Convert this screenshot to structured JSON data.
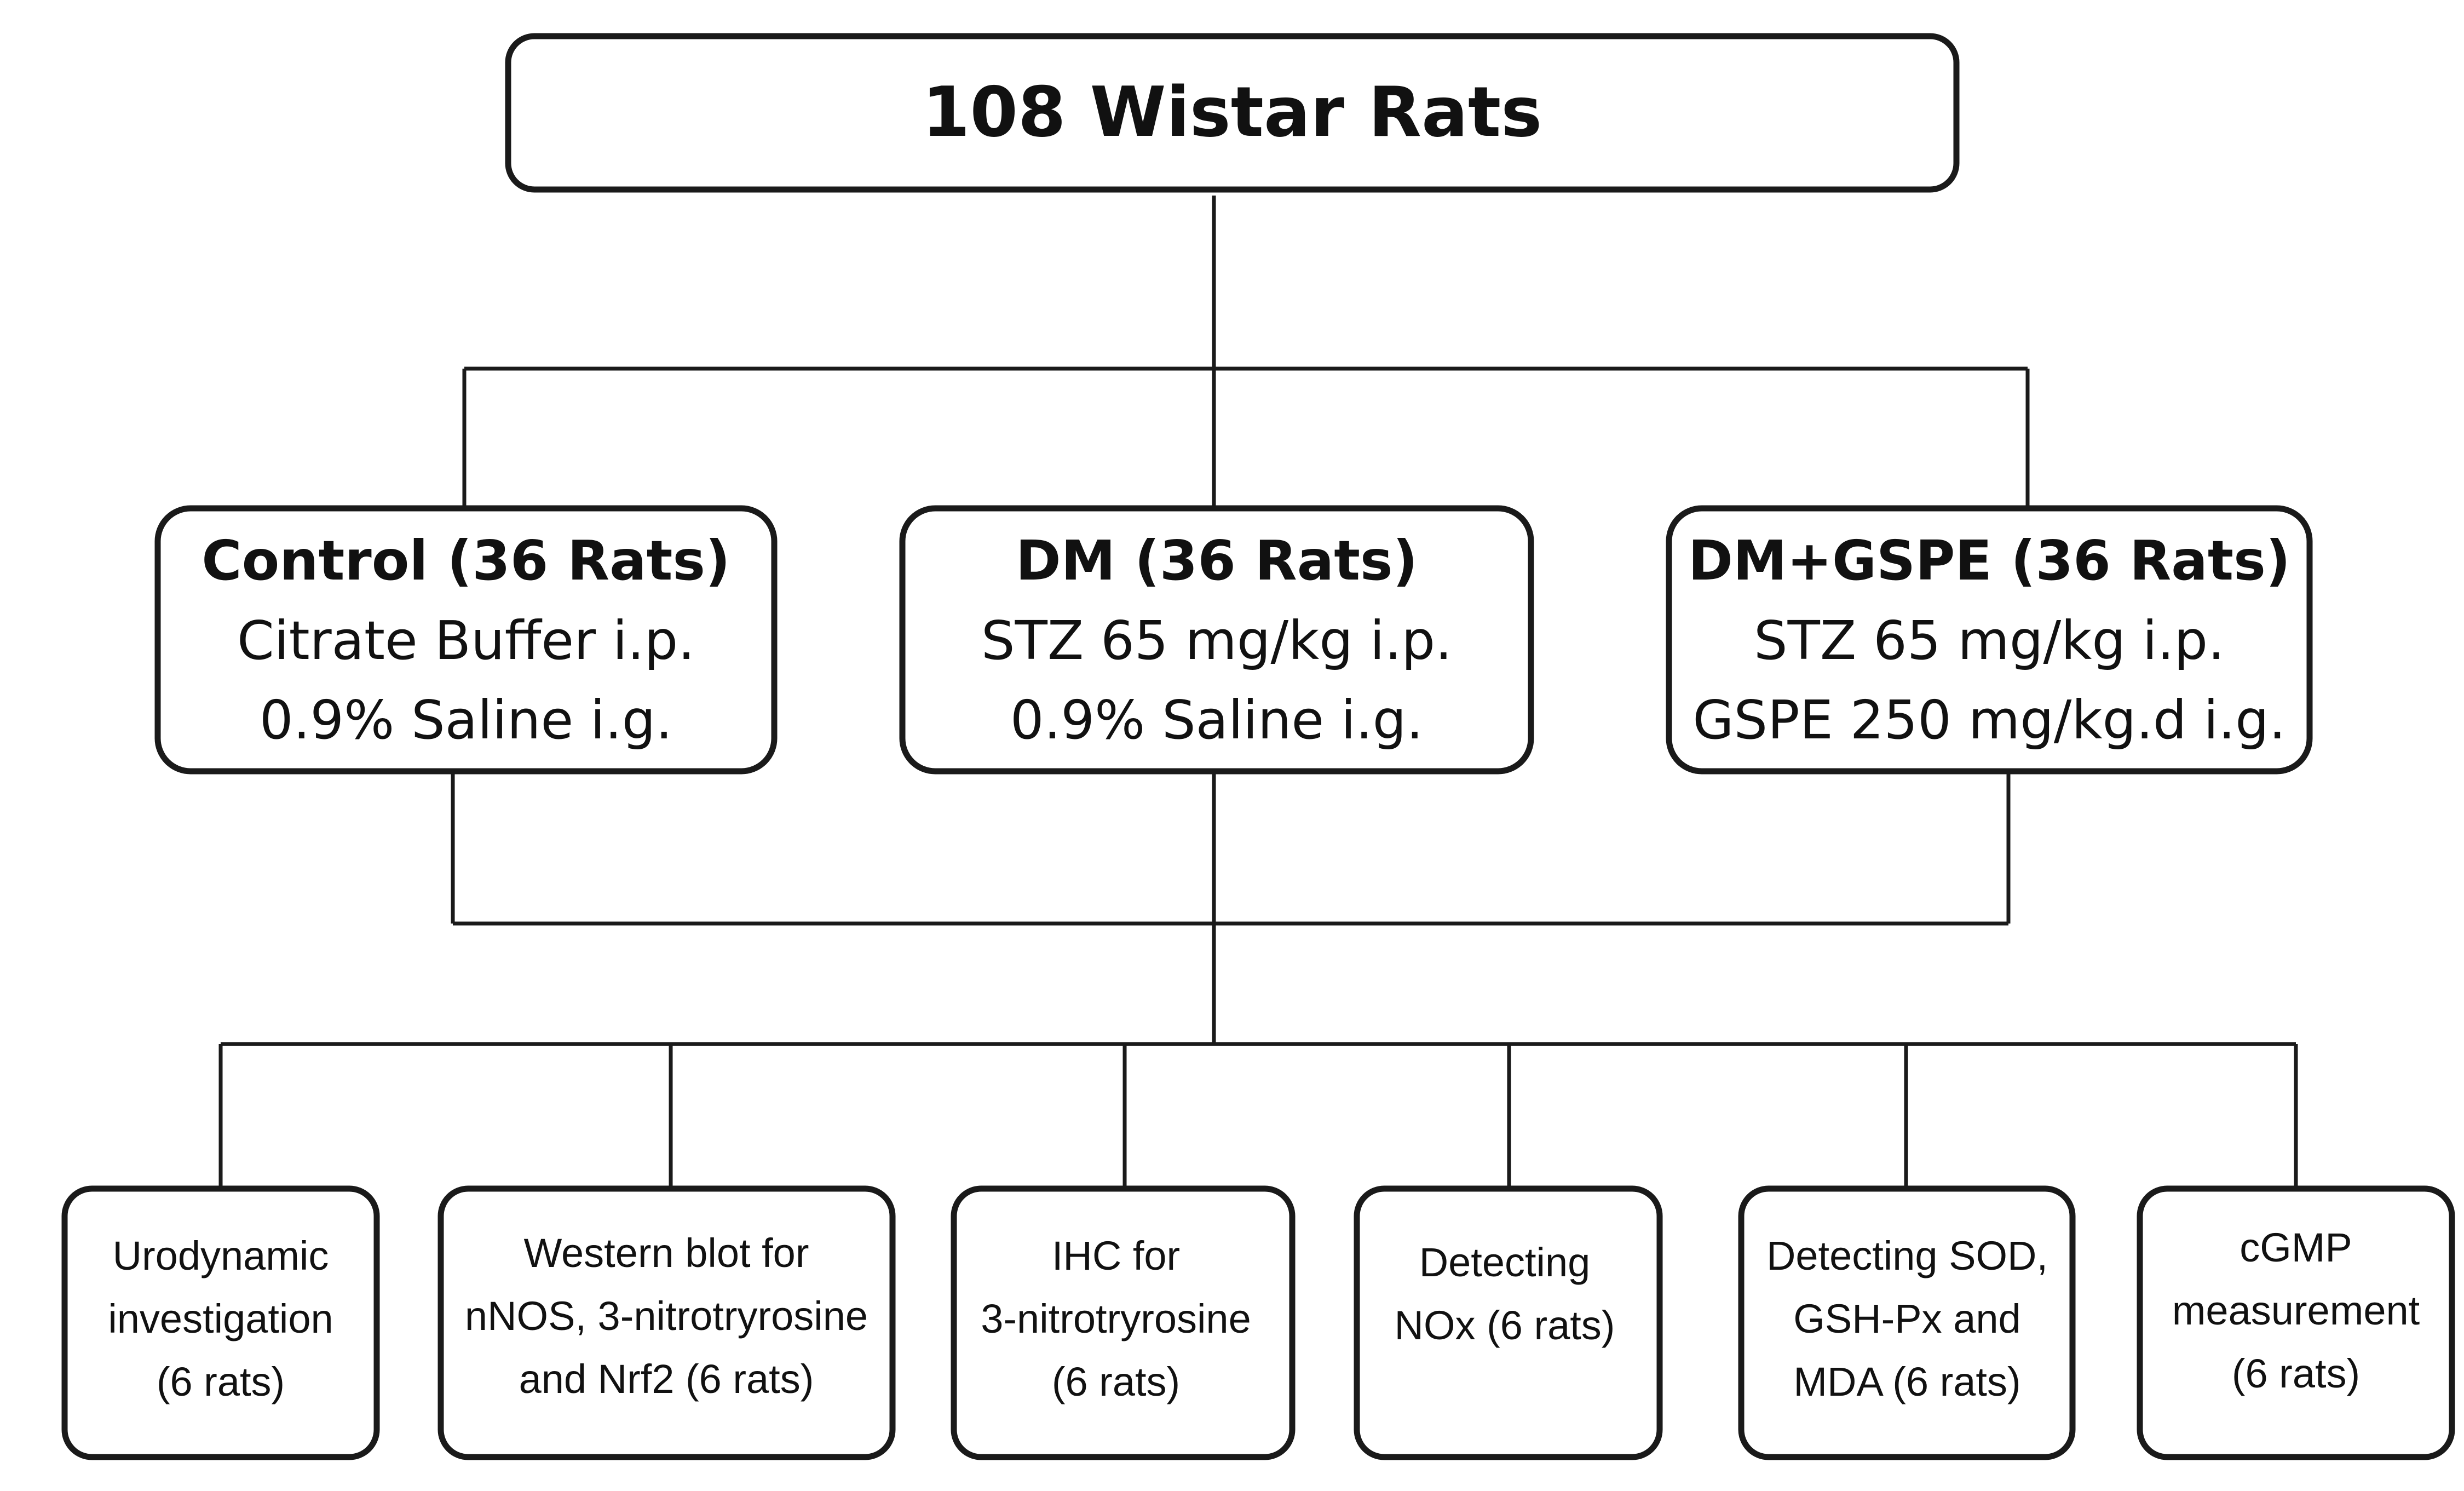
{
  "diagram": {
    "root": {
      "label": "108 Wistar Rats"
    },
    "groups": [
      {
        "title": "Control (36 Rats)",
        "lines": [
          "Citrate Buffer i.p.",
          "0.9% Saline i.g."
        ]
      },
      {
        "title": "DM (36 Rats)",
        "lines": [
          "STZ 65 mg/kg  i.p.",
          "0.9% Saline i.g."
        ]
      },
      {
        "title": "DM+GSPE (36 Rats)",
        "lines": [
          "STZ 65 mg/kg  i.p.",
          "GSPE 250 mg/kg.d i.g."
        ]
      }
    ],
    "assays": [
      {
        "lines": [
          "Urodynamic",
          "investigation",
          "(6 rats)"
        ]
      },
      {
        "lines": [
          "Western blot for",
          "nNOS, 3-nitrotryrosine",
          "and Nrf2 (6 rats)"
        ]
      },
      {
        "lines": [
          "IHC for",
          "3-nitrotryrosine",
          "(6 rats)"
        ]
      },
      {
        "lines": [
          "Detecting",
          "NOx (6 rats)"
        ]
      },
      {
        "lines": [
          "Detecting SOD,",
          "GSH-Px and",
          "MDA (6 rats)"
        ]
      },
      {
        "lines": [
          "cGMP",
          "measurement",
          "(6 rats)"
        ]
      }
    ]
  }
}
